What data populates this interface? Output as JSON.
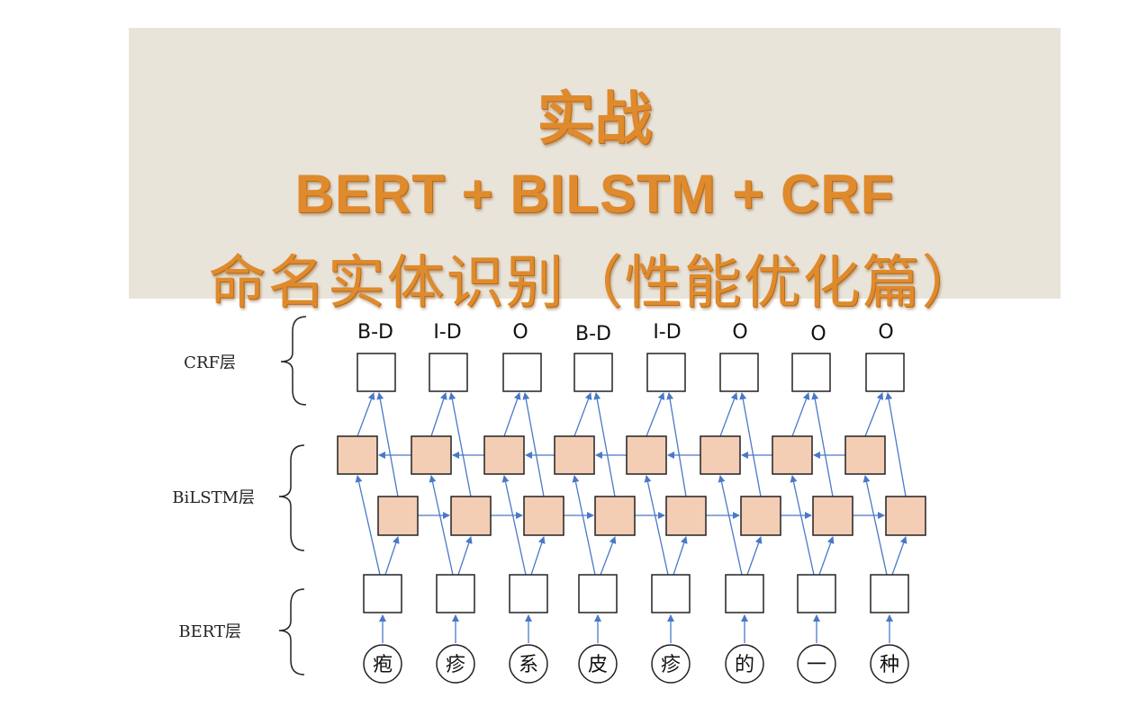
{
  "header": {
    "line1": "实战",
    "line2": "BERT + BILSTM + CRF",
    "line3": "命名实体识别（性能优化篇）"
  },
  "layers": {
    "crf": "CRF层",
    "bilstm": "BiLSTM层",
    "bert": "BERT层"
  },
  "tags": [
    "B-D",
    "I-D",
    "O",
    "B-D",
    "I-D",
    "O",
    "O",
    "O"
  ],
  "tokens": [
    "疱",
    "疹",
    "系",
    "皮",
    "疹",
    "的",
    "一",
    "种"
  ],
  "colors": {
    "title": "#df8a2c",
    "banner_bg": "#e9e4da",
    "lstm_fill": "#f4cdb5",
    "arrow": "#4a78c8"
  }
}
